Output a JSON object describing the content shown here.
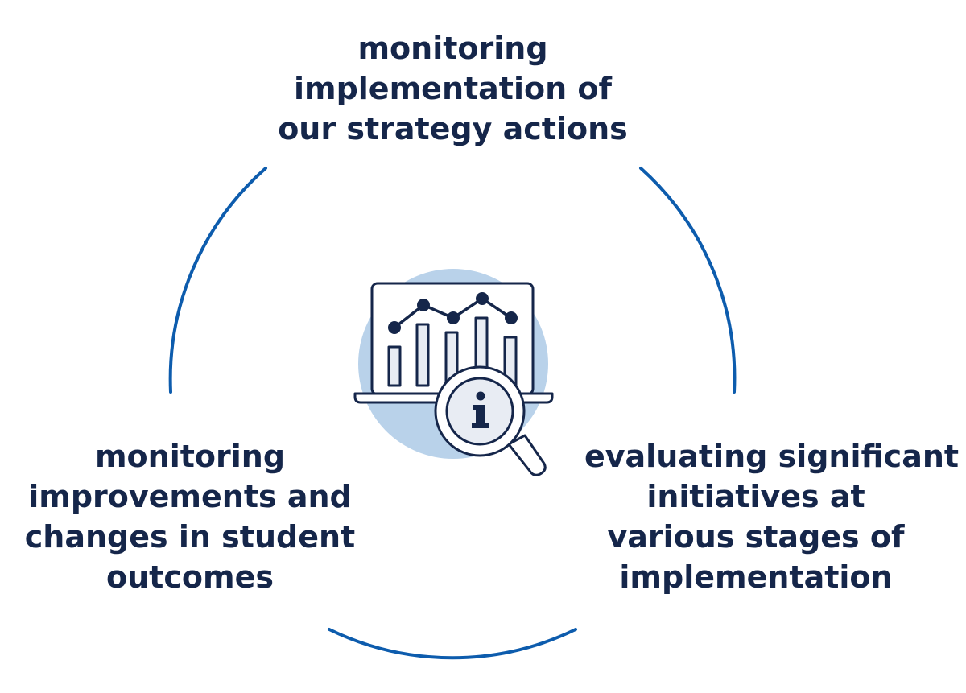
{
  "colors": {
    "arc": "#0d5cad",
    "text": "#15264a",
    "icon_stroke": "#15264a",
    "icon_fill": "#ffffff",
    "icon_accent_fill": "#e8ecf3",
    "icon_bg_circle": "#b9d2ea"
  },
  "icons": {
    "center": "laptop-chart-magnifier-info-icon"
  },
  "diagram": {
    "type": "cycle",
    "steps": [
      {
        "id": "top",
        "lines": [
          "monitoring",
          "implementation of",
          "our strategy actions"
        ]
      },
      {
        "id": "right",
        "lines": [
          "evaluating significant",
          "initiatives at",
          "various stages of",
          "implementation"
        ]
      },
      {
        "id": "left",
        "lines": [
          "monitoring",
          "improvements and",
          "changes in student",
          "outcomes"
        ]
      }
    ]
  }
}
